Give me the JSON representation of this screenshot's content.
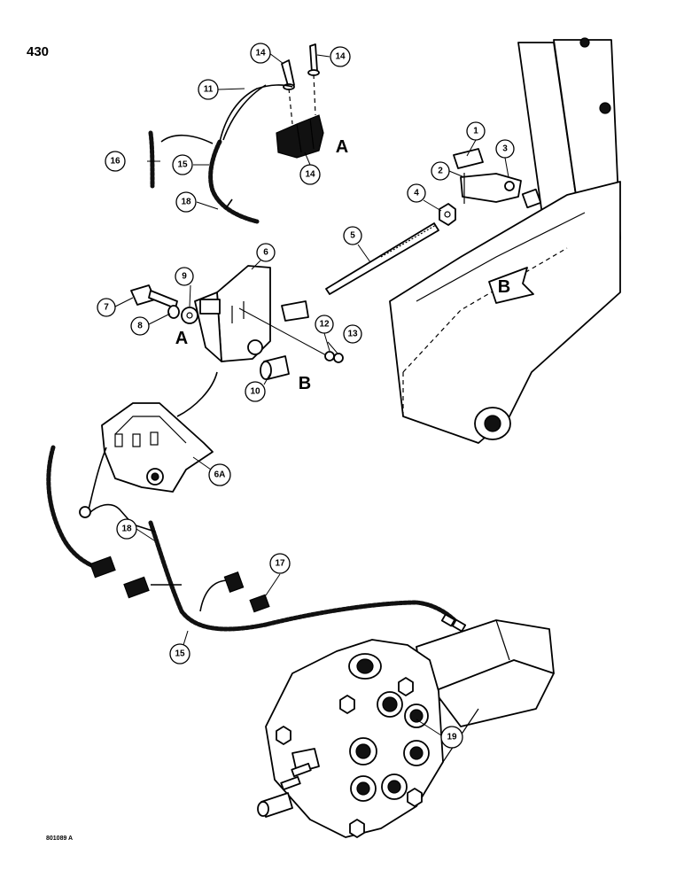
{
  "page": {
    "number": "430",
    "figure_code": "801089 A"
  },
  "callouts": [
    {
      "id": "c1",
      "label": "1"
    },
    {
      "id": "c2",
      "label": "2"
    },
    {
      "id": "c3",
      "label": "3"
    },
    {
      "id": "c4",
      "label": "4"
    },
    {
      "id": "c5",
      "label": "5"
    },
    {
      "id": "c6",
      "label": "6"
    },
    {
      "id": "c6a",
      "label": "6A"
    },
    {
      "id": "c7",
      "label": "7"
    },
    {
      "id": "c8",
      "label": "8"
    },
    {
      "id": "c9",
      "label": "9"
    },
    {
      "id": "c10",
      "label": "10"
    },
    {
      "id": "c11",
      "label": "11"
    },
    {
      "id": "c12",
      "label": "12"
    },
    {
      "id": "c13",
      "label": "13"
    },
    {
      "id": "c14a",
      "label": "14"
    },
    {
      "id": "c14b",
      "label": "14"
    },
    {
      "id": "c14c",
      "label": "14"
    },
    {
      "id": "c15a",
      "label": "15"
    },
    {
      "id": "c15b",
      "label": "15"
    },
    {
      "id": "c16",
      "label": "16"
    },
    {
      "id": "c17",
      "label": "17"
    },
    {
      "id": "c18a",
      "label": "18"
    },
    {
      "id": "c18b",
      "label": "18"
    },
    {
      "id": "c19",
      "label": "19"
    }
  ],
  "reference_letters": {
    "a_top": "A",
    "a_bracket": "A",
    "b_spacer": "B",
    "b_arm": "B"
  }
}
